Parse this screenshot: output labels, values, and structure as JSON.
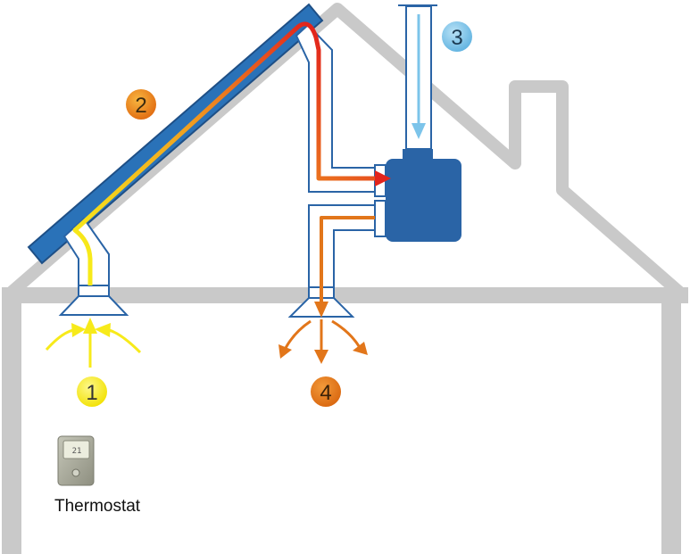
{
  "thermostat": {
    "label": "Thermostat",
    "display": "21"
  },
  "steps": [
    {
      "number": "1",
      "color": "#f7ea1a"
    },
    {
      "number": "2",
      "color": "#ec7a1c"
    },
    {
      "number": "3",
      "color": "#7cc4ea"
    },
    {
      "number": "4",
      "color": "#e2761a"
    }
  ],
  "colors": {
    "house_outline": "#c9c9c9",
    "pipe_outline": "#2a64a6",
    "panel": "#2a72b8",
    "unit": "#2a64a6",
    "intake_air": "#f7ea1a",
    "heated_air": "#e2241c",
    "warm_air_out": "#e2761a",
    "fresh_air": "#7cc4ea"
  }
}
